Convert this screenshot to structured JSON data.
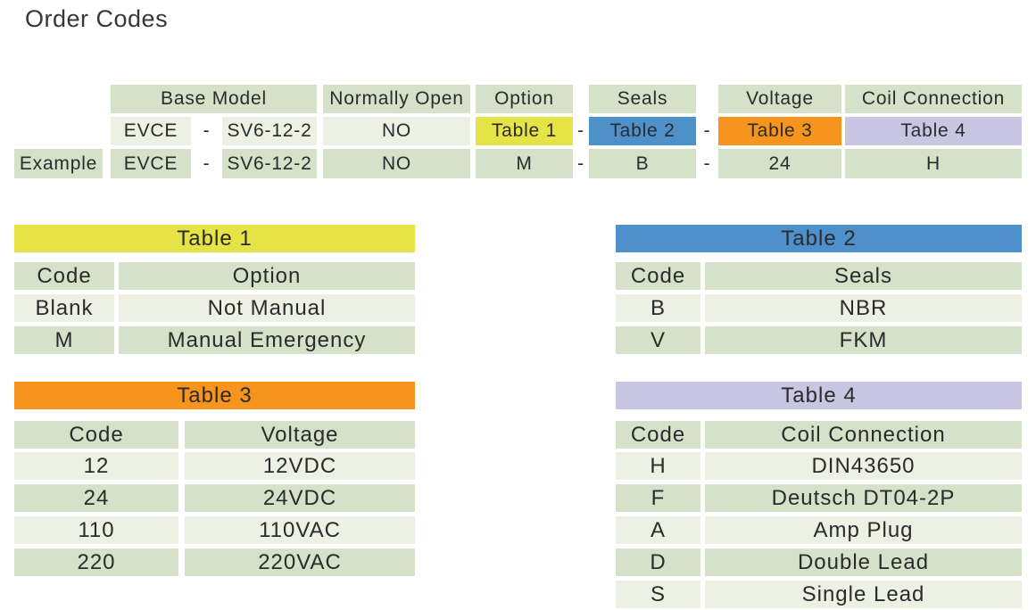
{
  "page": {
    "title": "Order Codes"
  },
  "colors": {
    "header_green": "#d6e1ca",
    "row_light_green": "#edf1e3",
    "table1_yellow": "#e6e346",
    "table2_blue": "#4d90ca",
    "table3_orange": "#f7941d",
    "table4_lavender": "#c9c6e3"
  },
  "order_table": {
    "dash": "-",
    "example_label": "Example",
    "headers": {
      "base_model": "Base Model",
      "normally_open": "Normally Open",
      "option": "Option",
      "seals": "Seals",
      "voltage": "Voltage",
      "coil_connection": "Coil Connection"
    },
    "code_row": {
      "base_prefix": "EVCE",
      "base_suffix": "SV6-12-2",
      "normally_open": "NO",
      "option": "Table 1",
      "seals": "Table 2",
      "voltage": "Table 3",
      "coil_connection": "Table 4"
    },
    "example_row": {
      "base_prefix": "EVCE",
      "base_suffix": "SV6-12-2",
      "normally_open": "NO",
      "option": "M",
      "seals": "B",
      "voltage": "24",
      "coil_connection": "H"
    }
  },
  "tables": {
    "table1": {
      "title": "Table 1",
      "col1": "Code",
      "col2": "Option",
      "rows": [
        [
          "Blank",
          "Not Manual"
        ],
        [
          "M",
          "Manual Emergency"
        ]
      ]
    },
    "table2": {
      "title": "Table 2",
      "col1": "Code",
      "col2": "Seals",
      "rows": [
        [
          "B",
          "NBR"
        ],
        [
          "V",
          "FKM"
        ]
      ]
    },
    "table3": {
      "title": "Table 3",
      "col1": "Code",
      "col2": "Voltage",
      "rows": [
        [
          "12",
          "12VDC"
        ],
        [
          "24",
          "24VDC"
        ],
        [
          "110",
          "110VAC"
        ],
        [
          "220",
          "220VAC"
        ]
      ]
    },
    "table4": {
      "title": "Table 4",
      "col1": "Code",
      "col2": "Coil Connection",
      "rows": [
        [
          "H",
          "DIN43650"
        ],
        [
          "F",
          "Deutsch DT04-2P"
        ],
        [
          "A",
          "Amp Plug"
        ],
        [
          "D",
          "Double Lead"
        ],
        [
          "S",
          "Single Lead"
        ]
      ]
    }
  }
}
